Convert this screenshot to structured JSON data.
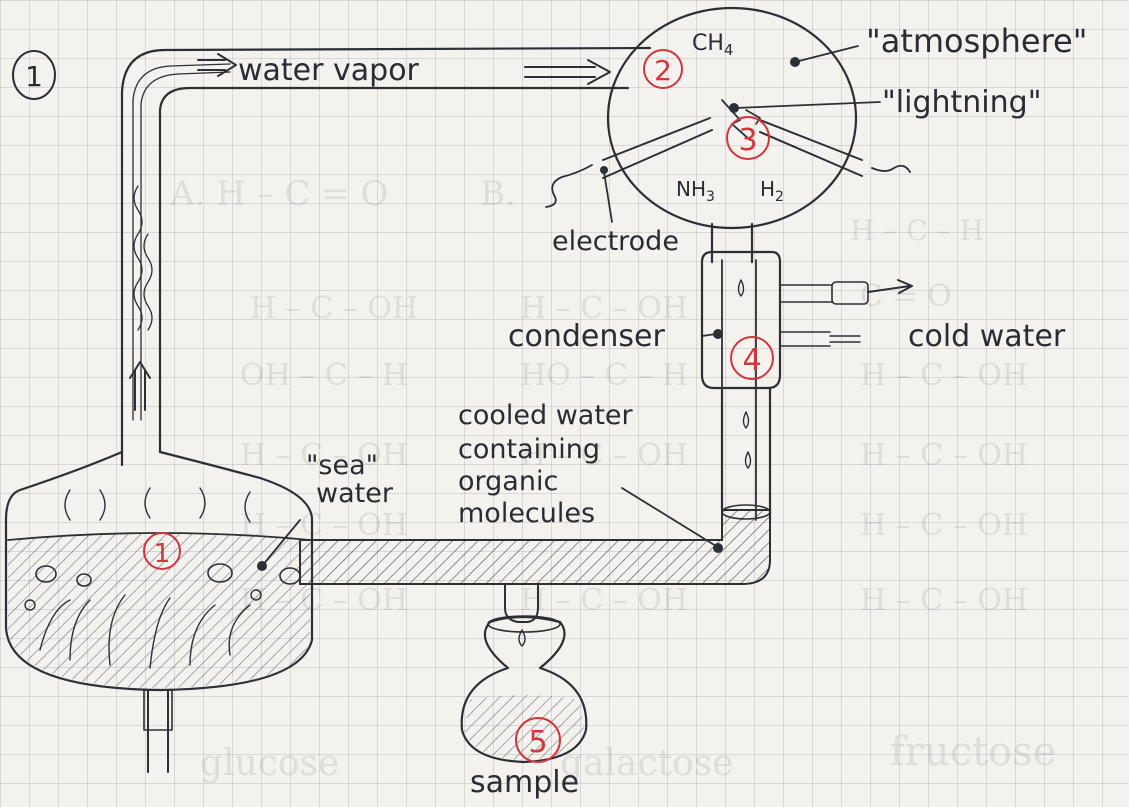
{
  "page_number": "1",
  "labels": {
    "water_vapor": "water vapor",
    "ch4": "CH",
    "ch4_sub": "4",
    "nh3": "NH",
    "nh3_sub": "3",
    "h2": "H",
    "h2_sub": "2",
    "atmosphere": "\"atmosphere\"",
    "lightning": "\"lightning\"",
    "electrode": "electrode",
    "condenser": "condenser",
    "cold_water": "cold water",
    "cooled_line1": "cooled water",
    "cooled_line2": "containing",
    "cooled_line3": "organic",
    "cooled_line4": "molecules",
    "sea_line1": "\"sea\"",
    "sea_line2": "water",
    "sample": "sample"
  },
  "steps": [
    "1",
    "2",
    "3",
    "4",
    "5"
  ],
  "colors": {
    "ink": "#2e2e36",
    "red_marker": "#d0363c",
    "paper": "#f4f2ee",
    "grid": "#9a9aa4"
  }
}
